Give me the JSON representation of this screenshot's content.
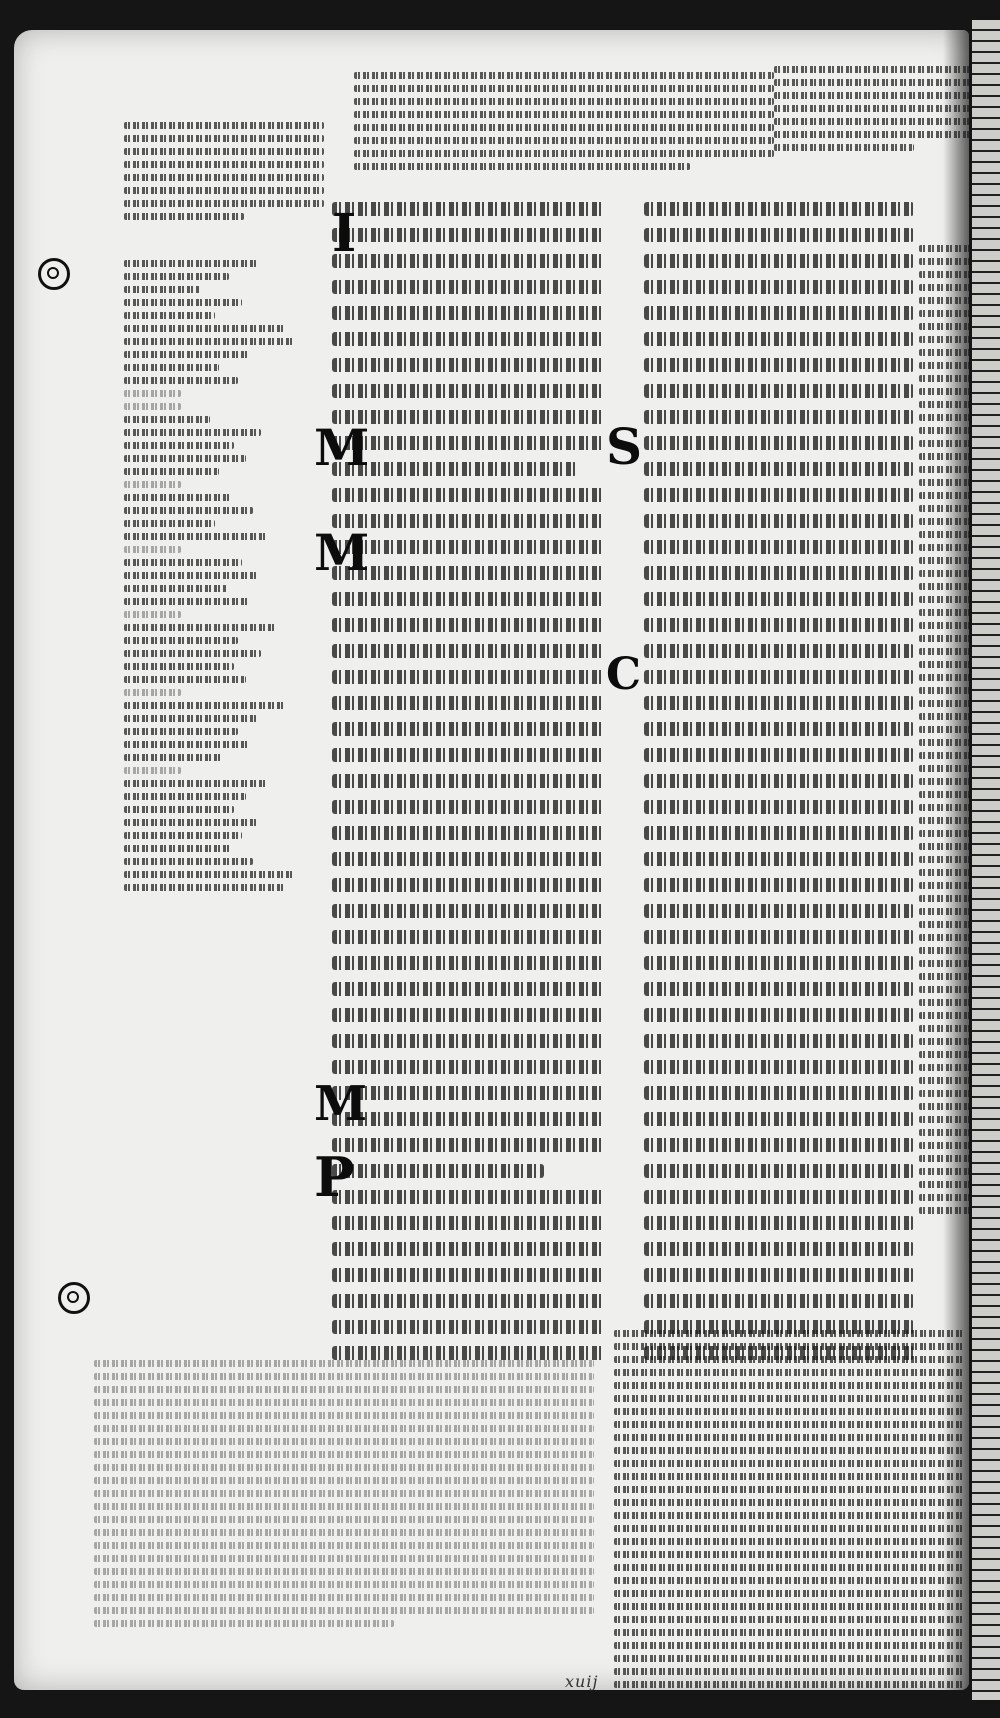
{
  "page": {
    "description_kind": "manuscript-folio",
    "folio_mark": "xuij"
  },
  "initials": {
    "first": "I",
    "second": "M",
    "third": "M",
    "fourth": "S",
    "fifth": "C",
    "sixth": "M",
    "seventh": "P"
  }
}
